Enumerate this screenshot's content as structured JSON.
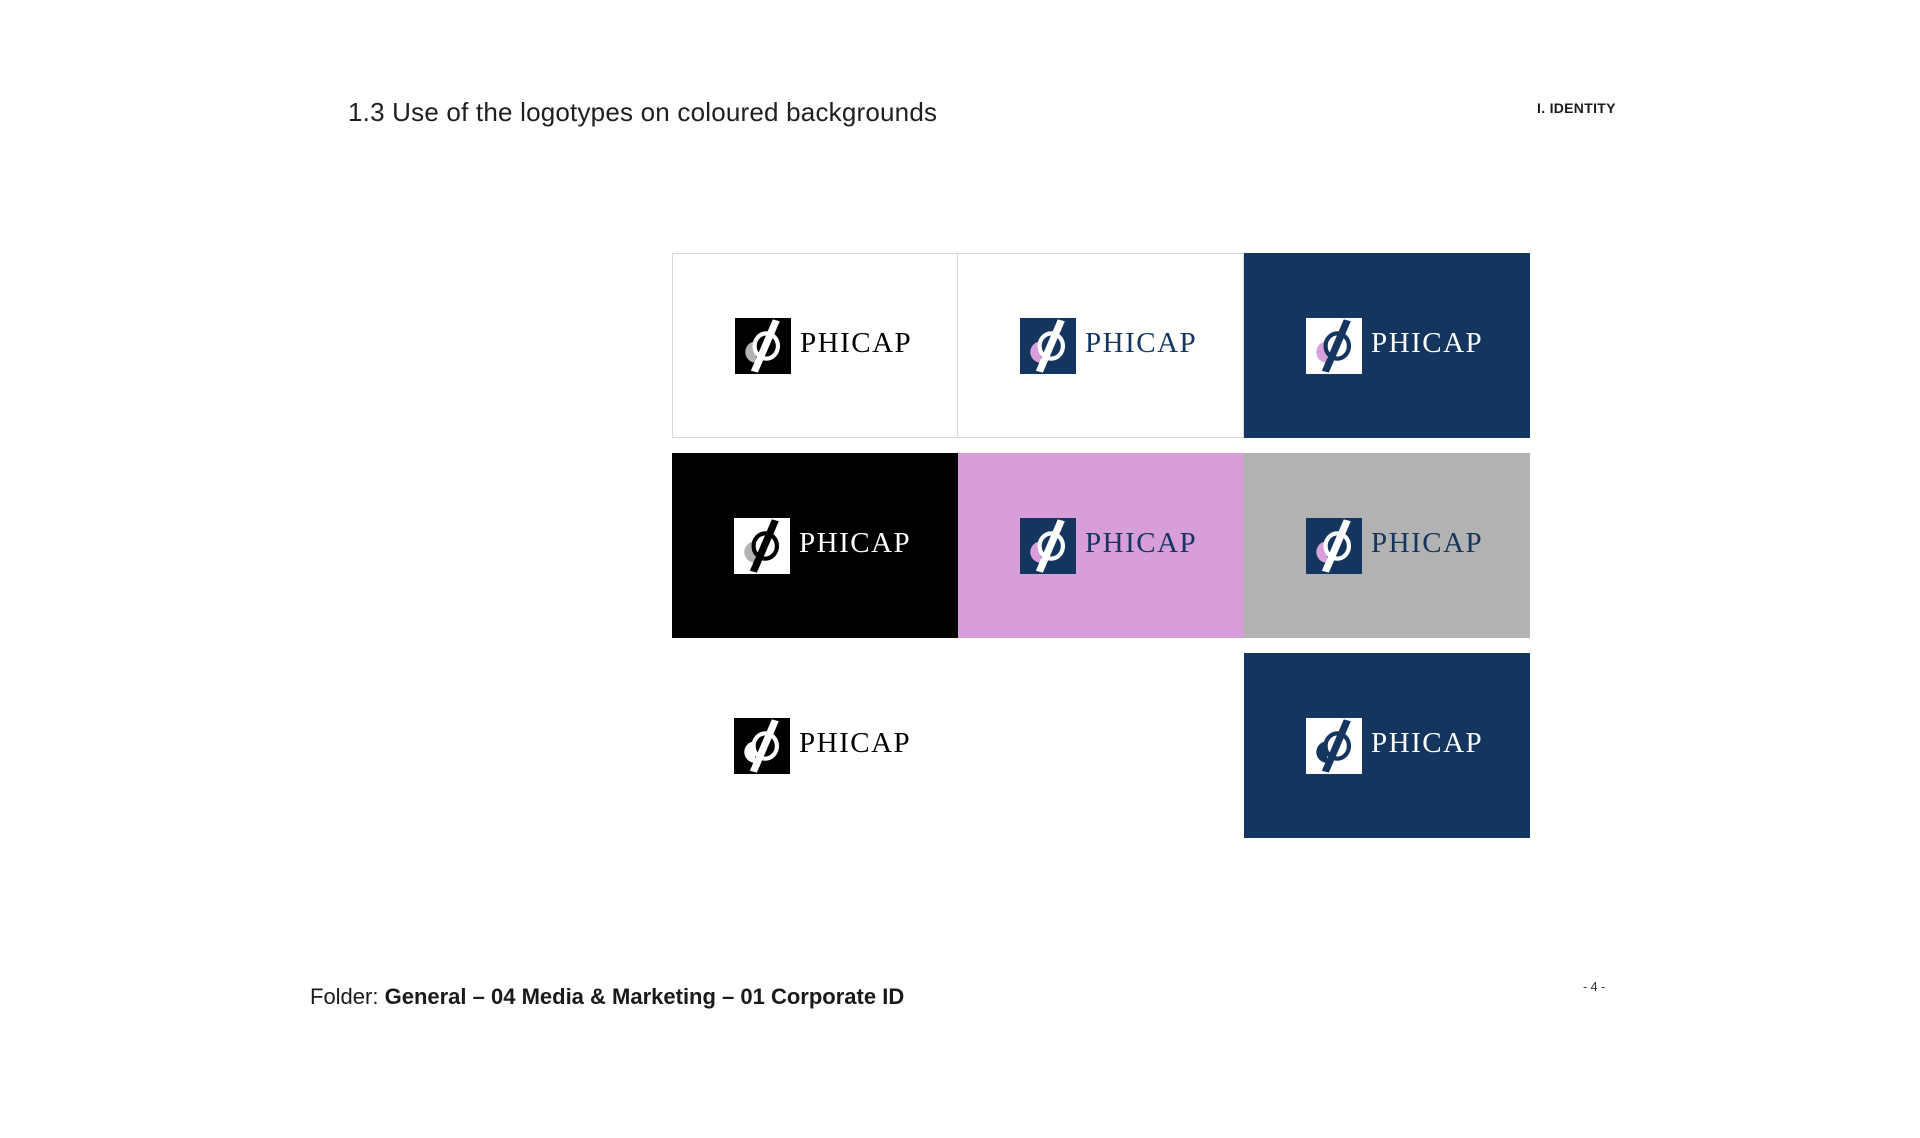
{
  "page": {
    "title": "1.3 Use of the logotypes on coloured backgrounds",
    "section_label": "I. IDENTITY",
    "page_number": "- 4 -"
  },
  "footer": {
    "label": "Folder:",
    "path": "General – 04 Media & Marketing – 01 Corporate ID"
  },
  "logo": {
    "wordmark": "PHICAP",
    "mark_icon": "phi-monogram-icon"
  },
  "colors": {
    "navy": "#13355e",
    "pink_background": "#d79ed9",
    "pink_disc": "#d9a0dc",
    "gray_background": "#b2b2b2",
    "gray_disc": "#b3b3b3",
    "black": "#000000",
    "white": "#ffffff",
    "cell_border": "#d9d9d9"
  },
  "grid": {
    "cells": {
      "r1c1": {
        "variant": "black-logo-on-white",
        "bg": "#ffffff",
        "square": "#000000",
        "disc": "#b3b3b3",
        "glyph": "#ffffff",
        "text": "#000000"
      },
      "r1c2": {
        "variant": "navy-logo-on-white",
        "bg": "#ffffff",
        "square": "#13355e",
        "disc": "#d9a0dc",
        "glyph": "#ffffff",
        "text": "#13355e"
      },
      "r1c3": {
        "variant": "white-logo-on-navy",
        "bg": "#13355e",
        "square": "#ffffff",
        "disc": "#d9a0dc",
        "glyph": "#13355e",
        "text": "#ffffff"
      },
      "r2c1": {
        "variant": "white-logo-on-black",
        "bg": "#000000",
        "square": "#ffffff",
        "disc": "#b3b3b3",
        "glyph": "#000000",
        "text": "#ffffff"
      },
      "r2c2": {
        "variant": "navy-logo-on-pink",
        "bg": "#d79ed9",
        "square": "#13355e",
        "disc": "#d9a0dc",
        "glyph": "#ffffff",
        "text": "#13355e"
      },
      "r2c3": {
        "variant": "navy-logo-on-gray",
        "bg": "#b2b2b2",
        "square": "#13355e",
        "disc": "#d9a0dc",
        "glyph": "#ffffff",
        "text": "#13355e"
      },
      "r3c1": {
        "variant": "monochrome-black-on-white",
        "bg": "transparent",
        "square": "#000000",
        "disc": "#ffffff",
        "glyph": "#ffffff",
        "text": "#000000"
      },
      "r3c3": {
        "variant": "monochrome-navy-reversed",
        "bg": "#13355e",
        "square": "#ffffff",
        "disc": "#13355e",
        "glyph": "#13355e",
        "text": "#ffffff"
      }
    }
  }
}
